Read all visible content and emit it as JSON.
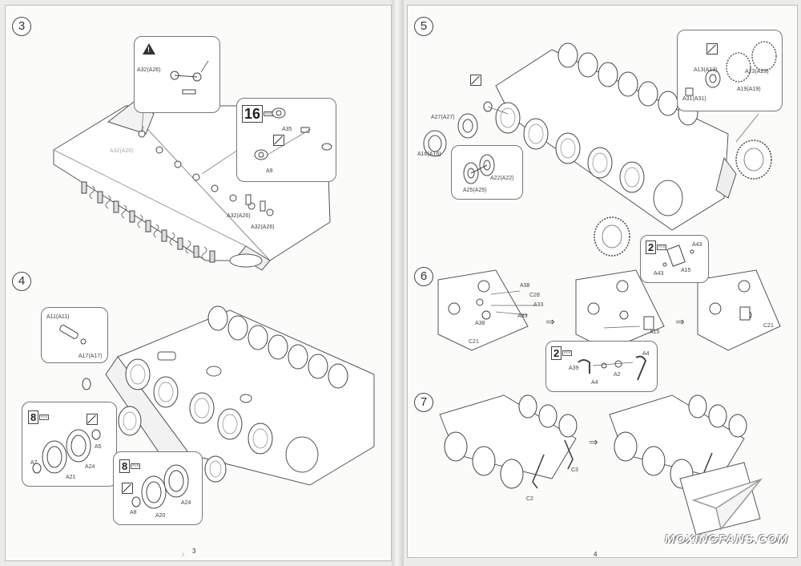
{
  "left_page": {
    "page_number": "3",
    "step3": {
      "number": "3",
      "labels": {
        "a32_a26_top": "A32(A26)",
        "a32_a26_hull": "A32(A26)",
        "a32_a26_low1": "A32(A26)",
        "a32_a26_low2": "A32(A26)",
        "a35": "A35",
        "a9": "A9"
      },
      "pcs": {
        "count": "16",
        "unit": "PCS"
      },
      "icons": [
        "warning-icon",
        "no-glue-icon"
      ]
    },
    "step4": {
      "number": "4",
      "labels": {
        "a11": "A11(A11)",
        "a17": "A17(A17)",
        "a5": "A5",
        "a7": "A7",
        "a21": "A21",
        "a24_left": "A24",
        "a8": "A8",
        "a20": "A20",
        "a24_right": "A24"
      },
      "pcs_left": {
        "count": "8",
        "unit": "PCS"
      },
      "pcs_right": {
        "count": "8",
        "unit": "PCS"
      }
    }
  },
  "right_page": {
    "page_number": "4",
    "step5": {
      "number": "5",
      "labels": {
        "a13": "A13(A13)",
        "a23": "A23(A23)",
        "a31": "A31(A31)",
        "a19": "A19(A19)",
        "a27": "A27(A27)",
        "a16": "A16(A16)",
        "a22": "A22(A22)",
        "a25": "A25(A25)"
      }
    },
    "step6": {
      "number": "6",
      "labels": {
        "a38_top": "A38",
        "c28": "C28",
        "a33_a": "A33",
        "a33_b": "A33",
        "a38_bottom": "A38",
        "c21_left": "C21",
        "a43_top": "A43",
        "a43_bottom": "A43",
        "a15_callout": "A15",
        "a15_main": "A15",
        "c21_right": "C21",
        "a4_top": "A4",
        "a39": "A39",
        "a2": "A2",
        "a4_bottom": "A4"
      },
      "pcs_a43": {
        "count": "2",
        "unit": "PCS"
      },
      "pcs_a4": {
        "count": "2",
        "unit": "PCS"
      }
    },
    "step7": {
      "number": "7",
      "labels": {
        "c3": "C3",
        "c2": "C2"
      }
    }
  },
  "watermark": "MOXINGFANS.COM",
  "margin_mark": "Ji"
}
